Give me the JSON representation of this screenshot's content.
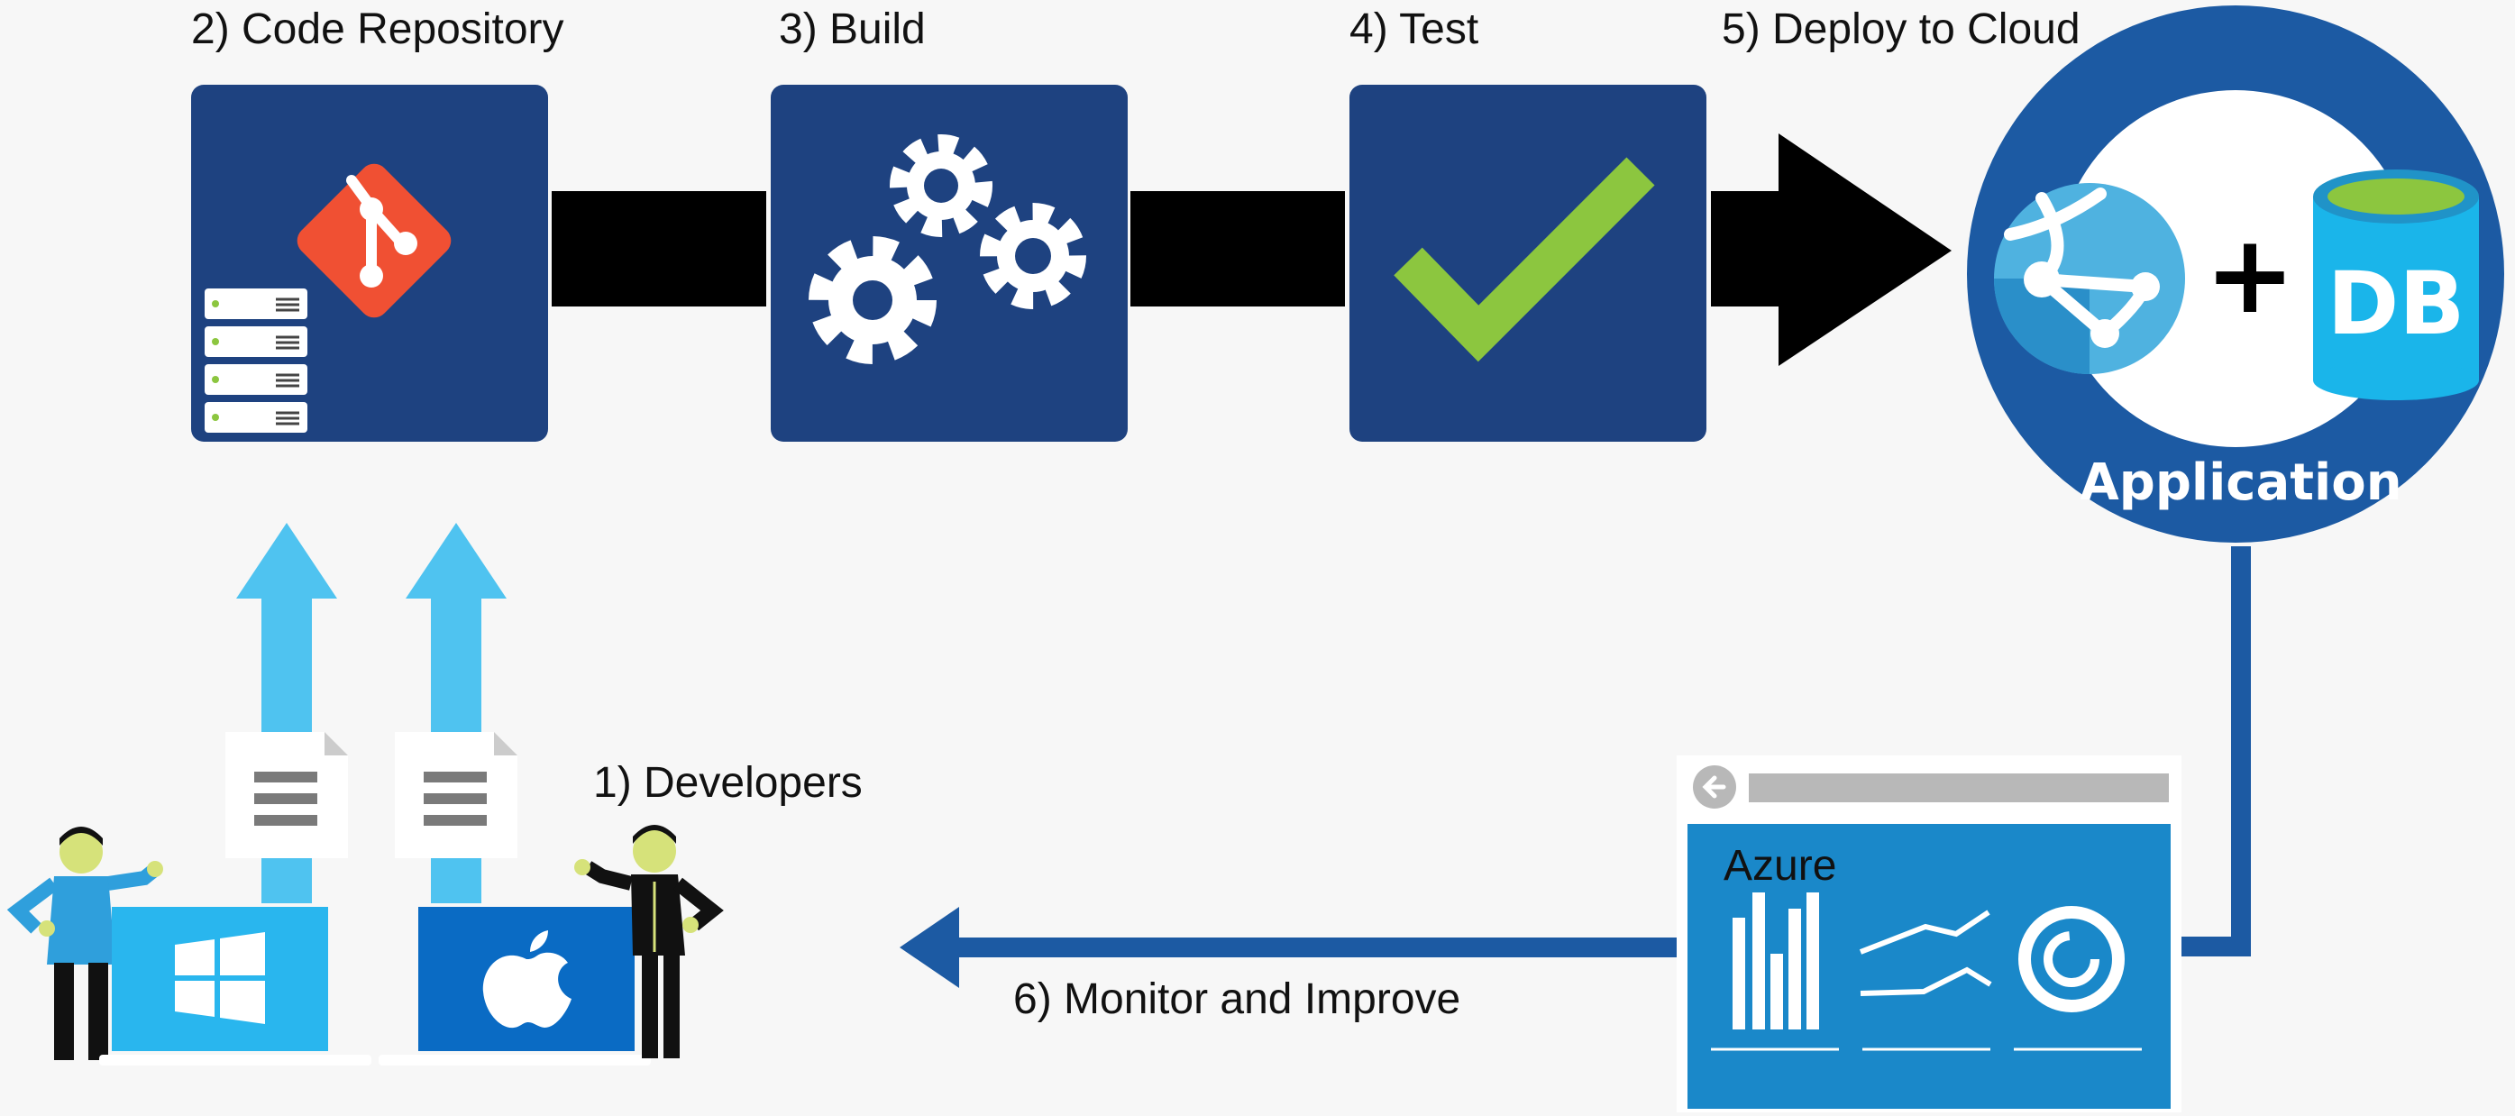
{
  "steps": {
    "developers": "1) Developers",
    "code_repository": "2) Code Repository",
    "build": "3) Build",
    "test": "4) Test",
    "deploy": "5) Deploy to Cloud",
    "monitor": "6) Monitor and Improve"
  },
  "application": {
    "label": "Application",
    "db_label": "DB",
    "plus": "+"
  },
  "dashboard": {
    "title": "Azure"
  },
  "colors": {
    "tile_blue": "#1e4280",
    "app_circle": "#1c5aa3",
    "light_blue": "#4fc3f0",
    "git_red": "#f05033",
    "check_green": "#8cc63f",
    "db_cyan": "#1ab5ea",
    "dashboard_blue": "#1a88c9",
    "black": "#000000"
  },
  "icons": {
    "git": "git-logo-icon",
    "servers": "server-stack-icon",
    "gears": "gears-icon",
    "check": "checkmark-icon",
    "web_app": "web-app-globe-icon",
    "database": "database-icon",
    "windows": "windows-logo-icon",
    "apple": "apple-logo-icon",
    "back": "back-arrow-icon",
    "document": "document-icon",
    "developer": "developer-person-icon"
  }
}
